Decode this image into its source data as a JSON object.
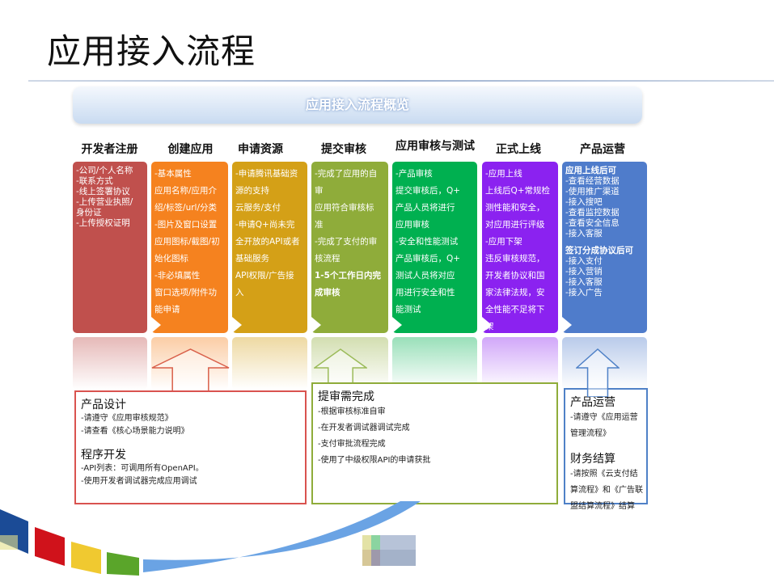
{
  "title": "应用接入流程",
  "banner": "应用接入流程概览",
  "colors": {
    "c1": "#c0504d",
    "c2": "#f5821f",
    "c3": "#d4a017",
    "c4": "#8fac3a",
    "c5": "#00b050",
    "c6": "#8b22f0",
    "c7": "#4f7ccb"
  },
  "stages": [
    {
      "name": "开发者注册",
      "lines": [
        "-公司/个人名称",
        "-联系方式",
        "-线上签署协议",
        "-上传营业执照/",
        "  身份证",
        "-上传授权证明"
      ]
    },
    {
      "name": "创建应用",
      "lines": [
        "-基本属性",
        "应用名称/应用介",
        "绍/标签/url/分类",
        "-图片及窗口设置",
        "应用图标/截图/初",
        "始化图标",
        "-非必填属性",
        "窗口选项/附件功",
        "能申请"
      ]
    },
    {
      "name": "申请资源",
      "lines": [
        "-申请腾讯基础资",
        "源的支持",
        "云服务/支付",
        "-申请Q+尚未完",
        "全开放的API或者",
        "基础服务",
        "API权限/广告接",
        "入"
      ]
    },
    {
      "name": "提交审核",
      "lines": [
        "-完成了应用的自",
        "审",
        "应用符合审核标",
        "准",
        "-完成了支付的审",
        "核流程",
        "1-5个工作日内完",
        "成审核"
      ]
    },
    {
      "name": "应用审核与测试",
      "lines": [
        "-产品审核",
        "提交审核后，Q+",
        "产品人员将进行",
        "应用审核",
        "-安全和性能测试",
        "产品审核后，Q+",
        "测试人员将对应",
        "用进行安全和性",
        "能测试"
      ]
    },
    {
      "name": "正式上线",
      "lines": [
        "-应用上线",
        "上线后Q+常规检",
        "测性能和安全，",
        "对应用进行评级",
        "-应用下架",
        "违反审核规范，",
        "开发者协议和国",
        "家法律法规，安",
        "全性能不足将下",
        "架"
      ]
    },
    {
      "name": "产品运营",
      "lines": [
        "应用上线后可",
        "-查看经营数据",
        "-使用推广渠道",
        "-接入搜吧",
        "-查看监控数据",
        "-查看安全信息",
        "-接入客服",
        "",
        "签订分成协议后可",
        "-接入支付",
        "-接入营销",
        "-接入客服",
        "-接入广告"
      ]
    }
  ],
  "notes": {
    "left": {
      "h1": "产品设计",
      "l1": [
        "-请遵守《应用审核规范》",
        "-请查看《核心场景能力说明》"
      ],
      "h2": "程序开发",
      "l2": [
        "-API列表：可调用所有OpenAPI。",
        "-使用开发者调试器完成应用调试"
      ]
    },
    "middle": {
      "h1": "提审需完成",
      "l1": [
        "-根据审核标准自审",
        "-在开发者调试器调试完成",
        "-支付审批流程完成",
        "-使用了中级权限API的申请获批"
      ]
    },
    "right": {
      "h1": "产品运营",
      "l1": [
        "-请遵守《应用运营",
        "管理流程》"
      ],
      "h2": "财务结算",
      "l2": [
        "-请按照《云支付结",
        "算流程》和《广告联",
        "盟结算流程》结算"
      ]
    }
  }
}
